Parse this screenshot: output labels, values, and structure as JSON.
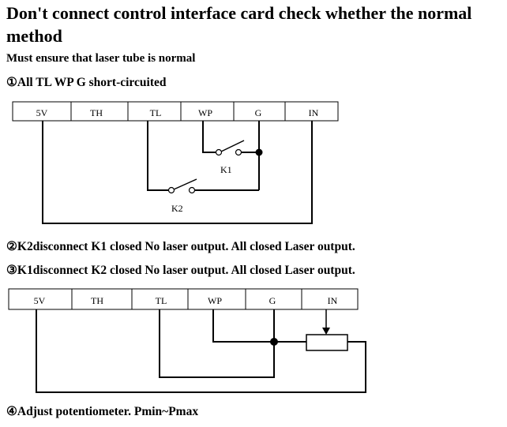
{
  "title": "Don't connect control interface card check whether the normal method",
  "note": "Must ensure that laser tube is normal",
  "step1": "①All TL WP G short-circuited",
  "step2": "②K2disconnect K1 closed No laser output. All closed Laser output.",
  "step3": "③K1disconnect K2 closed No laser output. All closed Laser output.",
  "step4": "④Adjust potentiometer. Pmin~Pmax",
  "diagram1": {
    "terminals": [
      "5V",
      "TH",
      "TL",
      "WP",
      "G",
      "IN"
    ],
    "switch_k1": "K1",
    "switch_k2": "K2"
  },
  "diagram2": {
    "terminals": [
      "5V",
      "TH",
      "TL",
      "WP",
      "G",
      "IN"
    ]
  }
}
